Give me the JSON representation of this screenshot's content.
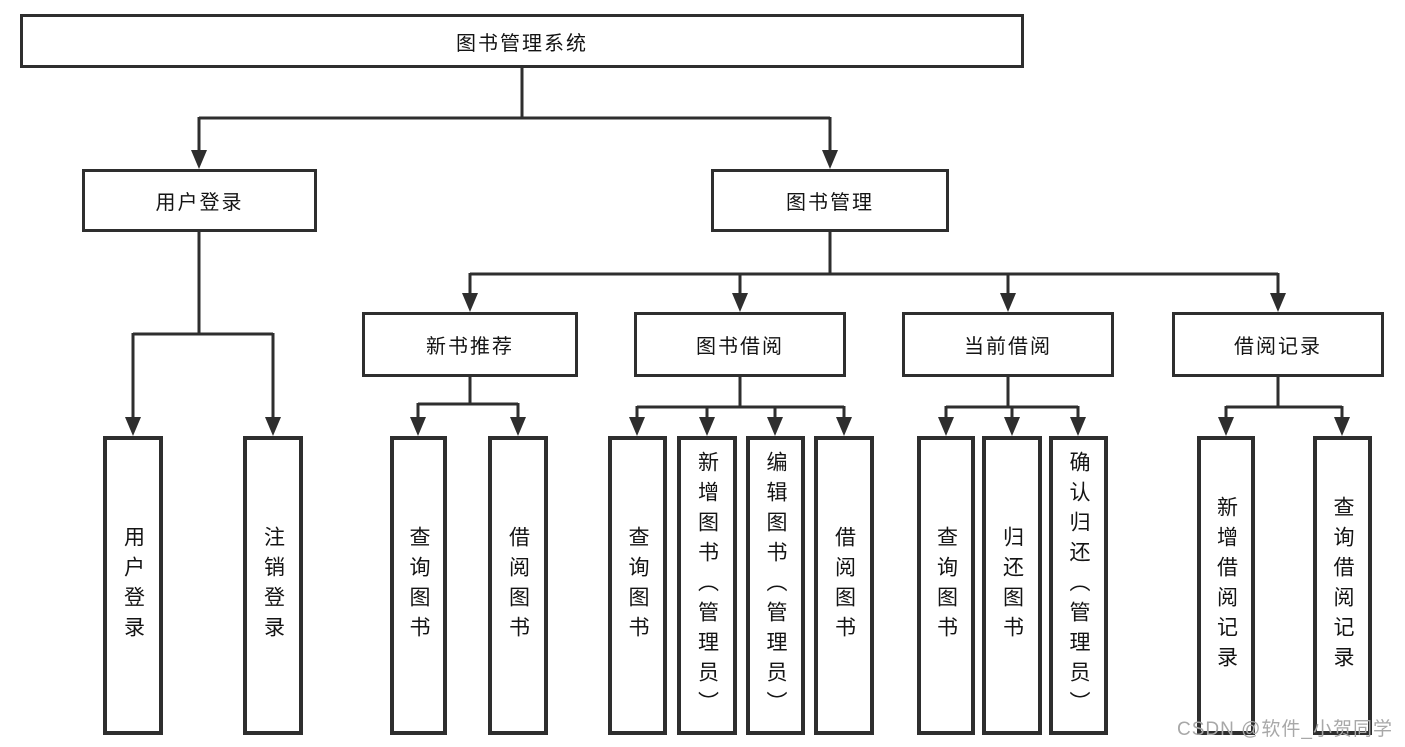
{
  "diagram_title": "图书管理系统",
  "colors": {
    "line": "#2e2e2e",
    "text": "#141414",
    "background": "#ffffff",
    "watermark": "#a8a8a8"
  },
  "nodes": {
    "root": "图书管理系统",
    "user_login": "用户登录",
    "book_mgmt": "图书管理",
    "new_book": "新书推荐",
    "book_borrow": "图书借阅",
    "current_borrow": "当前借阅",
    "borrow_record": "借阅记录",
    "leaves": {
      "user_login_1": "用户登录",
      "user_login_2": "注销登录",
      "new_book_1": "查询图书",
      "new_book_2": "借阅图书",
      "book_borrow_1": "查询图书",
      "book_borrow_2": "新增图书（管理员）",
      "book_borrow_3": "编辑图书（管理员）",
      "book_borrow_4": "借阅图书",
      "current_borrow_1": "查询图书",
      "current_borrow_2": "归还图书",
      "current_borrow_3": "确认归还（管理员）",
      "borrow_record_1": "新增借阅记录",
      "borrow_record_2": "查询借阅记录"
    }
  },
  "watermark": "CSDN @软件_小贺同学"
}
